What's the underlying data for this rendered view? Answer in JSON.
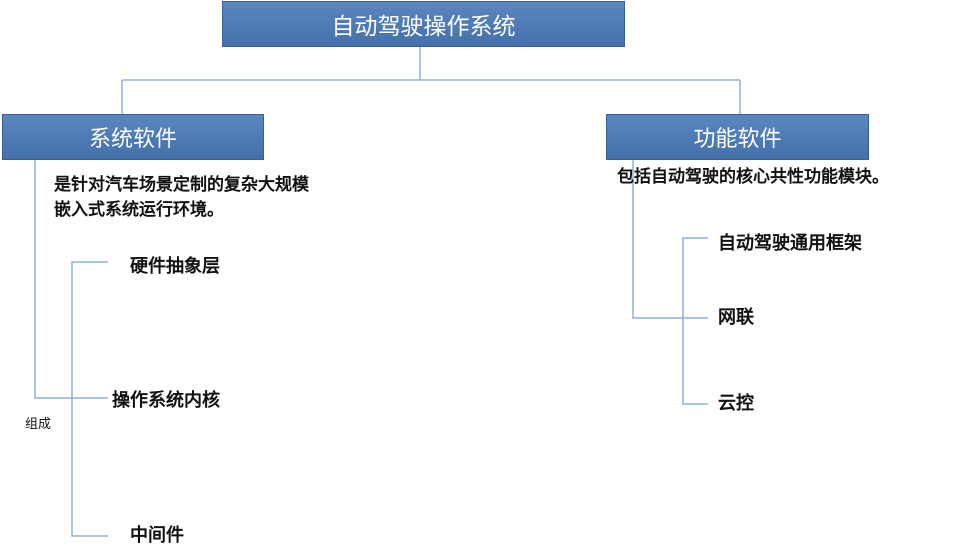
{
  "root": {
    "label": "自动驾驶操作系统"
  },
  "left": {
    "label": "系统软件",
    "description": [
      "是针对汽车场景定制的复杂大规模",
      "嵌入式系统运行环境。"
    ],
    "side_label": "组成",
    "children": [
      "硬件抽象层",
      "操作系统内核",
      "中间件"
    ]
  },
  "right": {
    "label": "功能软件",
    "description": "包括自动驾驶的核心共性功能模块。",
    "children": [
      "自动驾驶通用框架",
      "网联",
      "云控"
    ]
  },
  "colors": {
    "box": "#4f7cb8",
    "line": "#8fb0d8"
  }
}
